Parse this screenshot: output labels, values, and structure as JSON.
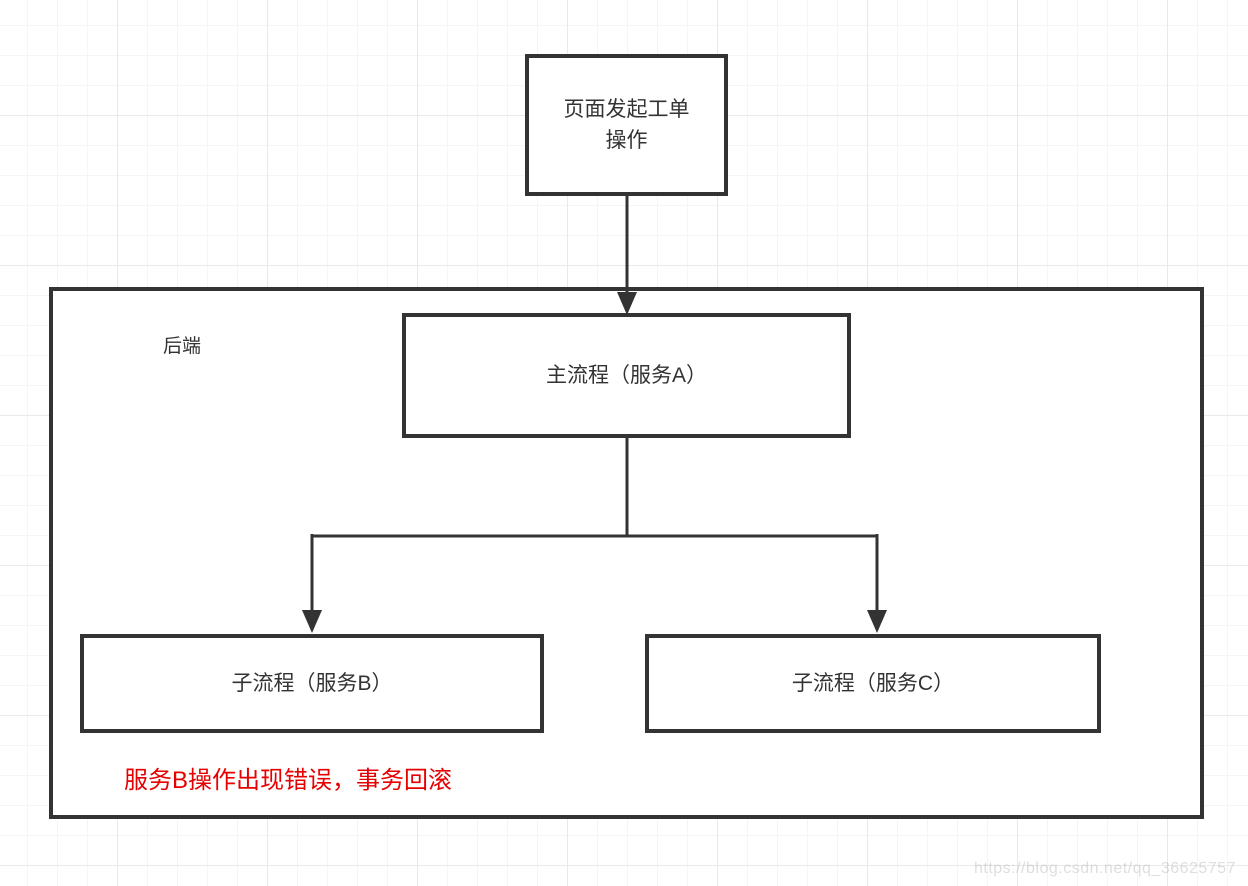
{
  "diagram": {
    "nodes": {
      "start": {
        "label": "页面发起工单\n操作"
      },
      "main": {
        "label": "主流程（服务A）"
      },
      "sub_b": {
        "label": "子流程（服务B）"
      },
      "sub_c": {
        "label": "子流程（服务C）"
      }
    },
    "group": {
      "label": "后端"
    },
    "annotation": {
      "text": "服务B操作出现错误，事务回滚"
    },
    "edges": [
      {
        "from": "start",
        "to": "main"
      },
      {
        "from": "main",
        "to": "sub_b"
      },
      {
        "from": "main",
        "to": "sub_c"
      }
    ],
    "colors": {
      "stroke": "#333333",
      "node_fill": "#ffffff",
      "text": "#333333",
      "annotation_red": "#e60000",
      "grid_minor": "#f5f5f5",
      "grid_major": "#e9e9e9"
    }
  },
  "watermark": {
    "text": "https://blog.csdn.net/qq_36625757"
  }
}
